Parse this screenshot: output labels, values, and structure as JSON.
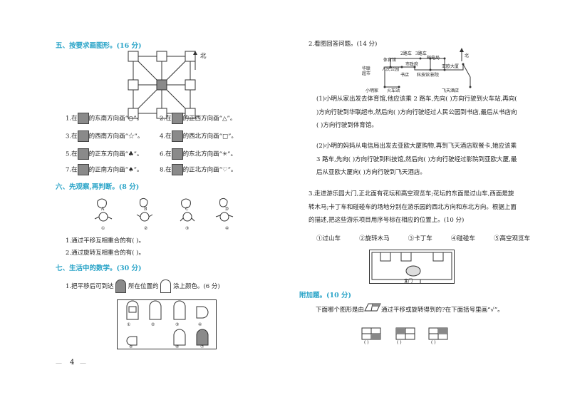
{
  "left": {
    "sec5_title": "五、按要求画图形。(16 分)",
    "north": "北",
    "q": [
      {
        "n": "1.在",
        "m": "的东南方向画“○”。"
      },
      {
        "n": "2.在",
        "m": "的正西方向画“△”。"
      },
      {
        "n": "3.在",
        "m": "的西南方向画“☆”。"
      },
      {
        "n": "4.在",
        "m": "的西北方向画“□”。"
      },
      {
        "n": "5.在",
        "m": "的正东方向画“♣”。"
      },
      {
        "n": "6.在",
        "m": "的东北方向画“✳”。"
      },
      {
        "n": "7.在",
        "m": "的正南方向画“♠”。"
      },
      {
        "n": "8.在",
        "m": "的正北方向画“♡”。"
      }
    ],
    "sec6_title": "六、先观察,再判断。(8 分)",
    "animal_top": [
      "A",
      "B",
      "C",
      "D"
    ],
    "animal_bottom": [
      "①",
      "②",
      "③",
      "④"
    ],
    "judge1": "1.通过平移互相重合的有(              )。",
    "judge2": "2.通过旋转互相重合的有(              )。",
    "sec7_title": "七、生活中的数学。(30 分)",
    "q7_1a": "1.把平移后可到达",
    "q7_1b": "所在位置的",
    "q7_1c": "涂上颜色。(6 分)",
    "shape_labels": [
      "①",
      "②",
      "③",
      "④",
      "⑤",
      "⑥",
      "⑦"
    ],
    "page_num": "4"
  },
  "right": {
    "q2_title": "2.看图回答问题。(14 分)",
    "map_labels": [
      "2路车",
      "3路车",
      "邮电局",
      "体育馆",
      "市政府",
      "华联超市",
      "人民公园",
      "书店",
      "科技馆",
      "影院",
      "亚欧大厦",
      "小明家",
      "火车站",
      "飞天酒店"
    ],
    "north": "北",
    "p1": "(1)小明从家出发去体育馆,他应该乘 2 路车,先向(      )方向行驶到火车站,再向(      )方向行驶到华联超市,然后向(      )方向行驶经过人民公园到书店,最后从书店向(      )方向行驶到体育馆。",
    "p2": "(2)小明的妈妈从电信局出发去亚欧大厦购物,再到飞天酒店取餐卡,她应该乘 3 路车,先向(      )方向行驶到科技馆,然后向(      )方向行驶经过影院到亚欧大厦,最后从亚欧大厦向(      )方向行驶到飞天酒店。",
    "q3": "3.走进游乐园大门,正北面有花坛和高空观览车;花坛的东面是过山车,西面是旋转木马;卡丁车和碰碰车的场地分别在游乐园的西北方向和东北方向。根据上面的描述,把这些游乐项目用序号标在相应的位置上。(10 分)",
    "options": [
      "①过山车",
      "②旋转木马",
      "③卡丁车",
      "④碰碰车",
      "⑤高空观览车"
    ],
    "gate": "大门",
    "extra_title": "附加题。(10 分)",
    "extra_a": "下面哪个图形是由",
    "extra_b": "通过平移或旋转得到的?在下面括号里画“√”。",
    "paren": [
      "(    )",
      "(    )",
      "(    )"
    ]
  }
}
